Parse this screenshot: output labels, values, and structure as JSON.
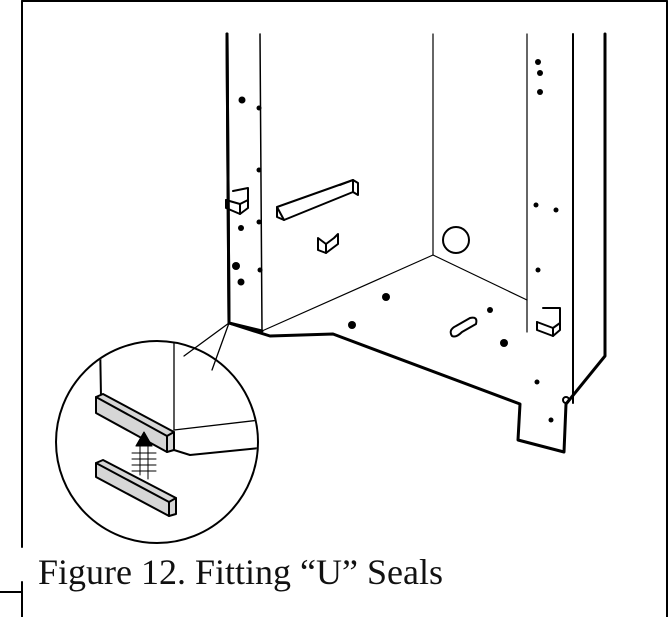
{
  "caption": "Figure 12. Fitting “U” Seals",
  "colors": {
    "line": "#000000",
    "seal_fill": "#d6d6d6",
    "background": "#ffffff"
  },
  "illustration": {
    "subject": "cabinet-base",
    "callout": "magnified-seal-detail",
    "arrow_direction": "up"
  }
}
